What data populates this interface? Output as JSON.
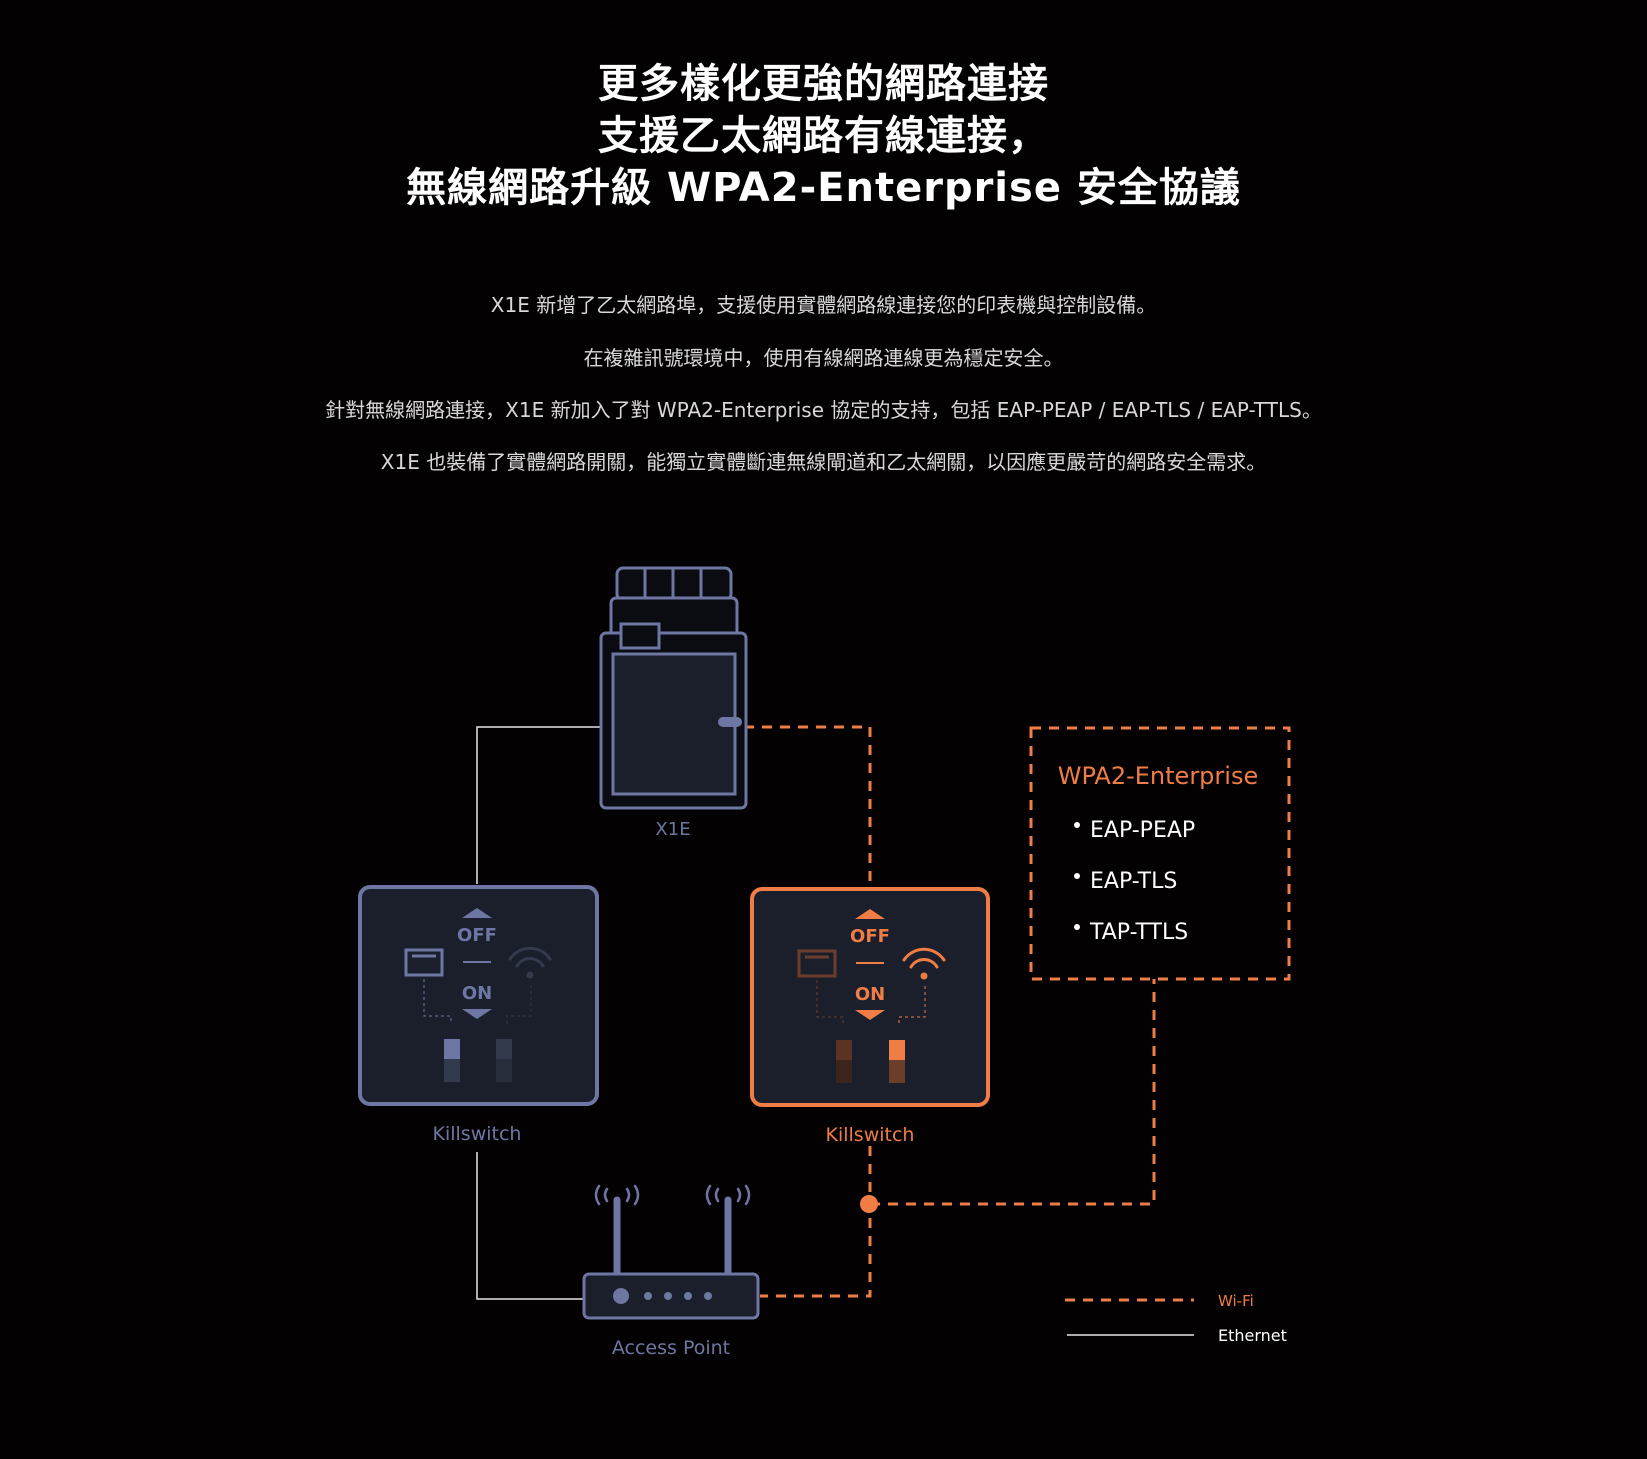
{
  "headline": {
    "line1": "更多樣化更強的網路連接",
    "line2": "支援乙太網路有線連接，",
    "line3": "無線網路升級 WPA2-Enterprise 安全協議"
  },
  "description": [
    "X1E 新增了乙太網路埠，支援使用實體網路線連接您的印表機與控制設備。",
    "在複雜訊號環境中，使用有線網路連線更為穩定安全。",
    "針對無線網路連接，X1E 新加入了對 WPA2-Enterprise 協定的支持，包括 EAP-PEAP / EAP-TLS / EAP-TTLS。",
    "X1E 也裝備了實體網路開關，能獨立實體斷連無線閘道和乙太網關，以因應更嚴苛的網路安全需求。"
  ],
  "diagram": {
    "printer_label": "X1E",
    "killswitch_left": {
      "label": "Killswitch",
      "off": "OFF",
      "on": "ON"
    },
    "killswitch_right": {
      "label": "Killswitch",
      "off": "OFF",
      "on": "ON"
    },
    "access_point_label": "Access Point",
    "security_box": {
      "title": "WPA2-Enterprise",
      "items": [
        "EAP-PEAP",
        "EAP-TLS",
        "TAP-TTLS"
      ]
    },
    "legend": {
      "wifi": "Wi-Fi",
      "ethernet": "Ethernet"
    }
  },
  "colors": {
    "background": "#030101",
    "device": "#6e77a3",
    "device_fill": "#1a1f2b",
    "accent": "#ef7d45",
    "text": "#ffffff"
  }
}
